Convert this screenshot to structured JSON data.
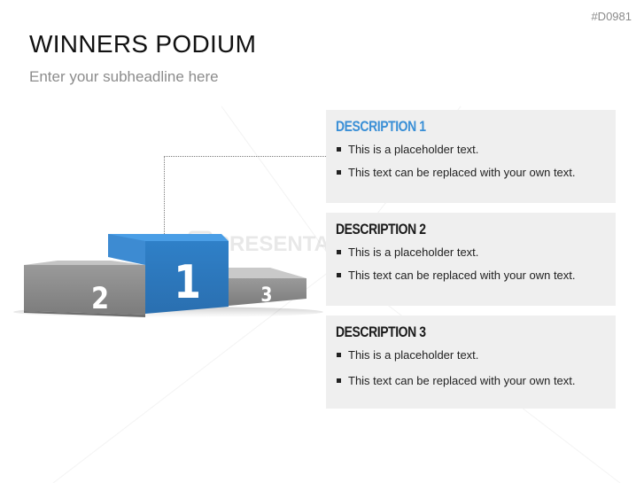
{
  "slide_id": "#D0981",
  "title": "WINNERS PODIUM",
  "subtitle": "Enter your subheadline here",
  "watermark": "PRESENTATIONLOAD",
  "colors": {
    "accent": "#3a8fd6",
    "dark_heading": "#1a1a1a",
    "box_background": "#efefef",
    "podium_blue": "#2f7cc4",
    "podium_gray": "#8e8e8e"
  },
  "podium": {
    "first": "1",
    "second": "2",
    "third": "3"
  },
  "descriptions": [
    {
      "title": "DESCRIPTION 1",
      "bullets": [
        "This is a placeholder text.",
        "This text can be replaced with your own text."
      ]
    },
    {
      "title": "DESCRIPTION 2",
      "bullets": [
        "This is a placeholder text.",
        "This text can be replaced with your own text."
      ]
    },
    {
      "title": "DESCRIPTION 3",
      "bullets": [
        "This is a placeholder text.",
        "This text can be replaced with your own text."
      ]
    }
  ]
}
